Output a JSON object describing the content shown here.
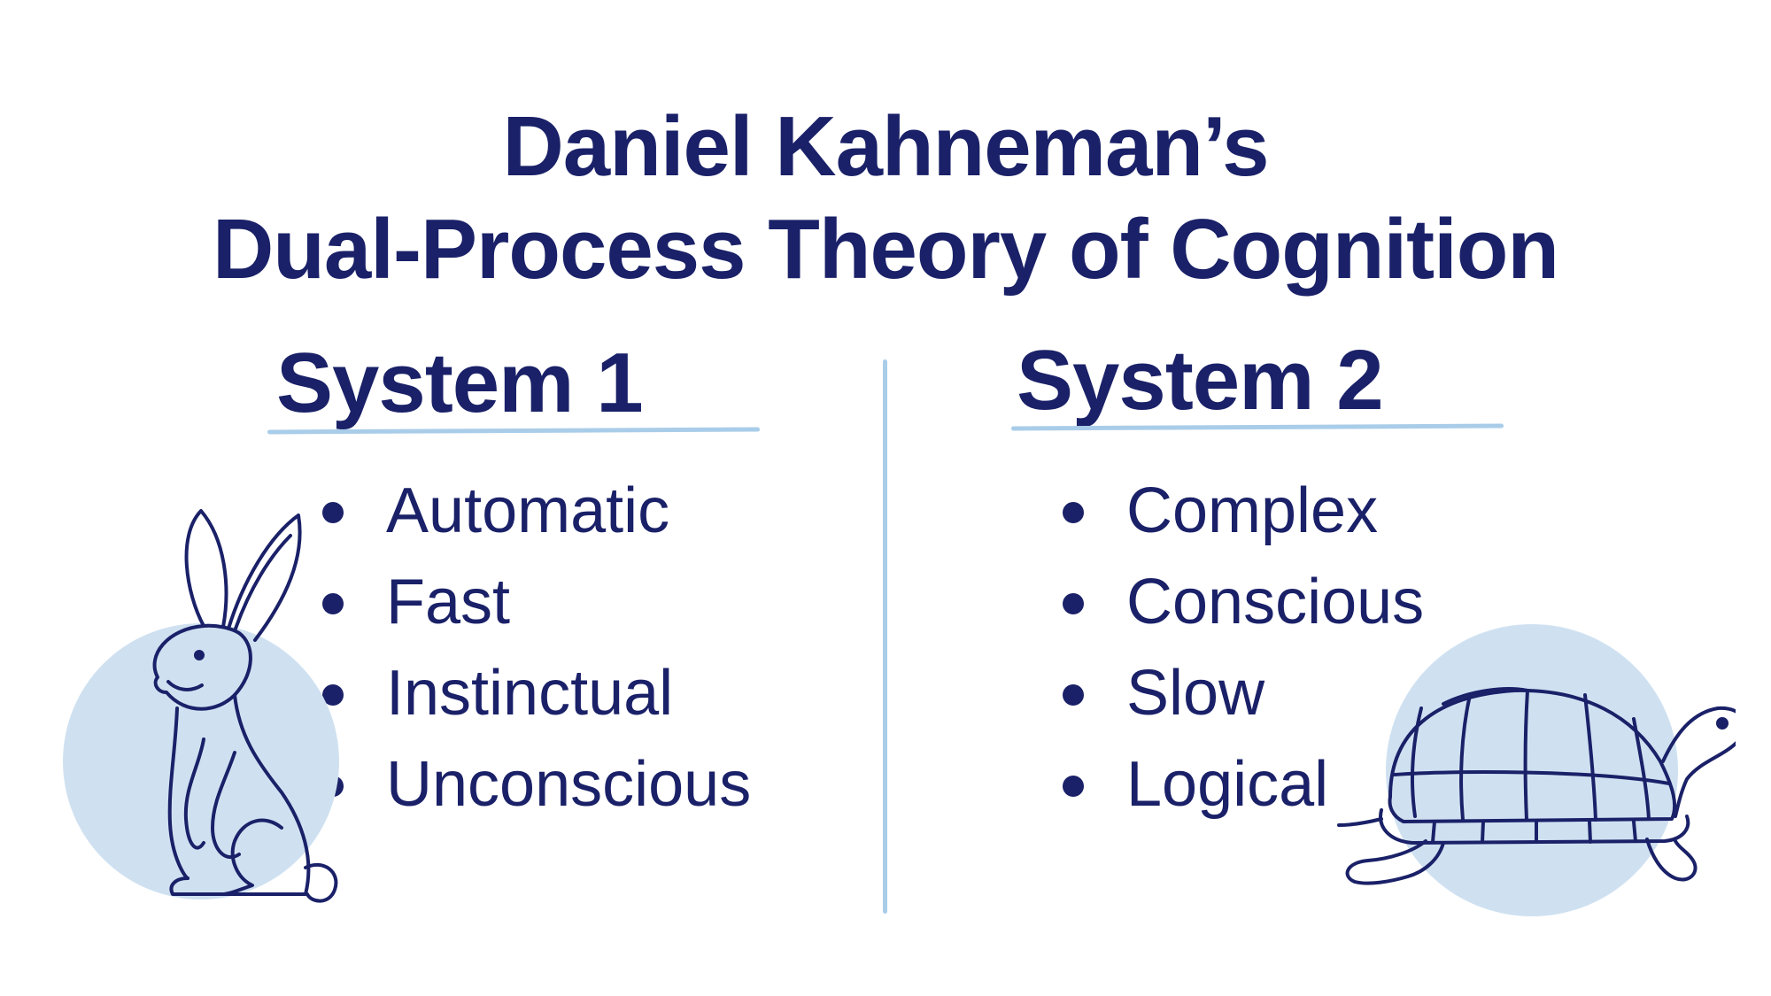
{
  "title": {
    "line1": "Daniel Kahneman’s",
    "line2": "Dual-Process Theory of Cognition"
  },
  "system1": {
    "heading": "System 1",
    "items": [
      "Automatic",
      "Fast",
      "Instinctual",
      "Unconscious"
    ],
    "illustration": "rabbit-icon"
  },
  "system2": {
    "heading": "System 2",
    "items": [
      "Complex",
      "Conscious",
      "Slow",
      "Logical"
    ],
    "illustration": "turtle-icon"
  },
  "colors": {
    "text": "#1a2168",
    "accent": "#a9cde9",
    "circle": "#cfe1f1"
  }
}
